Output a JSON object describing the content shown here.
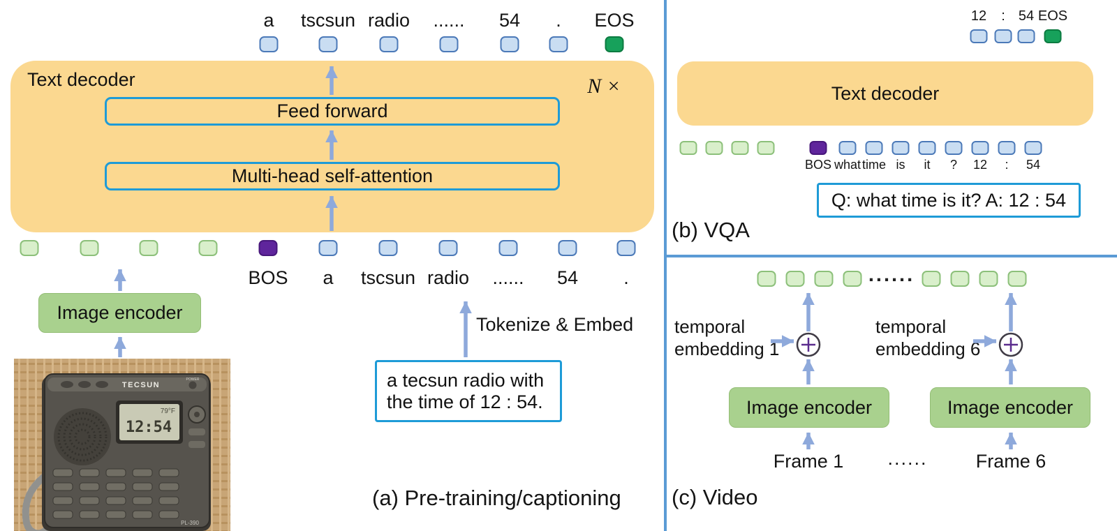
{
  "panel_a": {
    "caption": "(a) Pre-training/captioning",
    "decoder_label": "Text decoder",
    "repeat_label": "N ×",
    "feed_forward_label": "Feed forward",
    "attention_label": "Multi-head self-attention",
    "image_encoder_label": "Image encoder",
    "tokenize_label": "Tokenize & Embed",
    "caption_box": {
      "line1": "a tecsun radio with",
      "line2": "the time of 12 : 54."
    },
    "output_labels": [
      "a",
      "tscsun",
      "radio",
      "......",
      "54",
      ".",
      "EOS"
    ],
    "input_labels": [
      "BOS",
      "a",
      "tscsun",
      "radio",
      "......",
      "54",
      "."
    ]
  },
  "panel_b": {
    "caption": "(b) VQA",
    "decoder_label": "Text decoder",
    "output_labels": [
      "12",
      ":",
      "54",
      "EOS"
    ],
    "input_labels": [
      "BOS",
      "what",
      "time",
      "is",
      "it",
      "?",
      "12",
      ":",
      "54"
    ],
    "qa_box": "Q: what time is it? A: 12 : 54"
  },
  "panel_c": {
    "caption": "(c) Video",
    "tokens_dots": "......",
    "temporal_1_line1": "temporal",
    "temporal_1_line2": "embedding 1",
    "temporal_6_line1": "temporal",
    "temporal_6_line2": "embedding 6",
    "encoder_label_1": "Image encoder",
    "encoder_label_2": "Image encoder",
    "frame_1": "Frame 1",
    "frame_dots": "......",
    "frame_6": "Frame 6"
  },
  "radio": {
    "brand": "TECSUN",
    "power": "POWER",
    "temp": "79°F",
    "time": "12:54",
    "model": "PL-390"
  },
  "colors": {
    "decoder_fill": "#FBD890",
    "blue_box_border": "#1E9BD7",
    "arrow": "#8EA9DB",
    "token_green": "#D9EFCB",
    "token_blue": "#C9DDF2",
    "token_purple": "#5F259C",
    "token_eos_green": "#17A15B",
    "encoder_green": "#A9D18E",
    "divider_blue": "#5B9BD5"
  }
}
